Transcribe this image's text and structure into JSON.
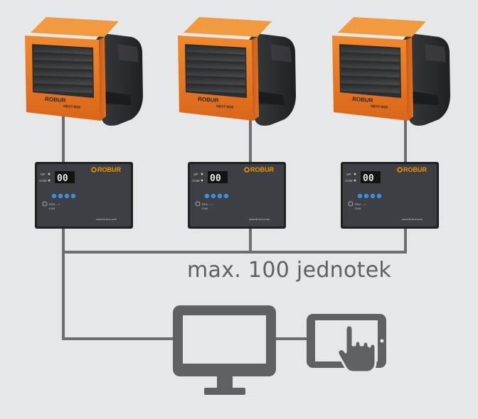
{
  "heaters": [
    {
      "brand": "ROBUR",
      "model": "NEXT-R28"
    },
    {
      "brand": "ROBUR",
      "model": "NEXT-R28"
    },
    {
      "brand": "ROBUR",
      "model": "NEXT-R28"
    }
  ],
  "controllers": [
    {
      "brand": "ROBUR",
      "display": "00",
      "label_top": "OP",
      "label_bottom": "COM",
      "key_labels": "RDV  –  +",
      "key_sublabel": "FUN",
      "web": "www.fk-bus.com"
    },
    {
      "brand": "ROBUR",
      "display": "00",
      "label_top": "OP",
      "label_bottom": "COM",
      "key_labels": "RDV  –  +",
      "key_sublabel": "FUN",
      "web": "www.fk-bus.com"
    },
    {
      "brand": "ROBUR",
      "display": "00",
      "label_top": "OP",
      "label_bottom": "COM",
      "key_labels": "RDV  –  +",
      "key_sublabel": "FUN",
      "web": "www.fk-bus.com"
    }
  ],
  "caption": "max. 100 jednotek",
  "colors": {
    "background": "#e6e7e8",
    "heater_orange": "#e8741e",
    "heater_dark": "#2b2c2e",
    "panel": "#3e3f42",
    "line": "#6d6e71",
    "icon": "#5f6062",
    "led_blue": "#3b8fd6",
    "accent": "#f39200"
  },
  "icons": [
    "computer-monitor-icon",
    "tablet-touch-icon"
  ]
}
